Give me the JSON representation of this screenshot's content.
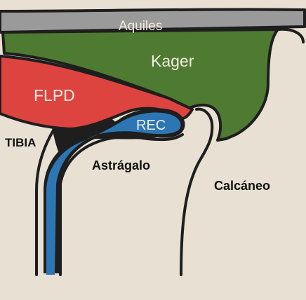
{
  "labels": {
    "aquiles": "Aquiles",
    "kager": "Kager",
    "flpd": "FLPD",
    "rec": "REC",
    "tibia": "TIBIA",
    "astragalo": "Astrágalo",
    "calcaneo": "Calcáneo"
  },
  "colors": {
    "background": "#e8e0d2",
    "aquiles": "#9a9a9a",
    "kager": "#4f7a32",
    "flpd": "#dd4440",
    "rec": "#2c77b3",
    "outline": "#1e1e1e",
    "label_light": "#f1ece1",
    "label_dark": "#111111"
  }
}
